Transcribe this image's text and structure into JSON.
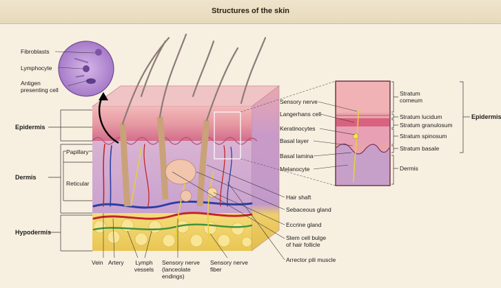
{
  "title": "Structures of the skin",
  "layers": {
    "epidermis": "Epidermis",
    "dermis": "Dermis",
    "papillary": "Papillary",
    "reticular": "Reticular",
    "hypodermis": "Hypodermis"
  },
  "cell_inset": {
    "fibroblasts": "Fibroblasts",
    "lymphocyte": "Lymphocyte",
    "antigen_line1": "Antigen",
    "antigen_line2": "presenting cell"
  },
  "right_callouts": {
    "hair_shaft": "Hair shaft",
    "sebaceous_gland": "Sebaceous gland",
    "eccrine_gland": "Eccrine gland",
    "stem_cell_line1": "Stem cell bulge",
    "stem_cell_line2": "of hair follicle",
    "arrector_pili": "Arrector pili muscle"
  },
  "bottom_callouts": {
    "vein": "Vein",
    "artery": "Artery",
    "lymph_line1": "Lymph",
    "lymph_line2": "vessels",
    "sensory_lanceolate_line1": "Sensory nerve",
    "sensory_lanceolate_line2": "(lanceolate",
    "sensory_lanceolate_line3": "endings)",
    "sensory_fiber_line1": "Sensory nerve",
    "sensory_fiber_line2": "fiber"
  },
  "epidermis_inset": {
    "left": {
      "sensory_nerve": "Sensory nerve",
      "langerhans": "Langerhans cell",
      "keratinocytes": "Keratinocytes",
      "basal_layer": "Basal layer",
      "basal_lamina": "Basal lamina",
      "melanocyte": "Melanocyte"
    },
    "right": {
      "corneum_line1": "Stratum",
      "corneum_line2": "corneum",
      "lucidum": "Stratum lucidum",
      "granulosum": "Stratum granulosum",
      "spinosum": "Stratum spinosum",
      "basale": "Stratum basale",
      "dermis": "Dermis",
      "epidermis": "Epidermis"
    }
  }
}
